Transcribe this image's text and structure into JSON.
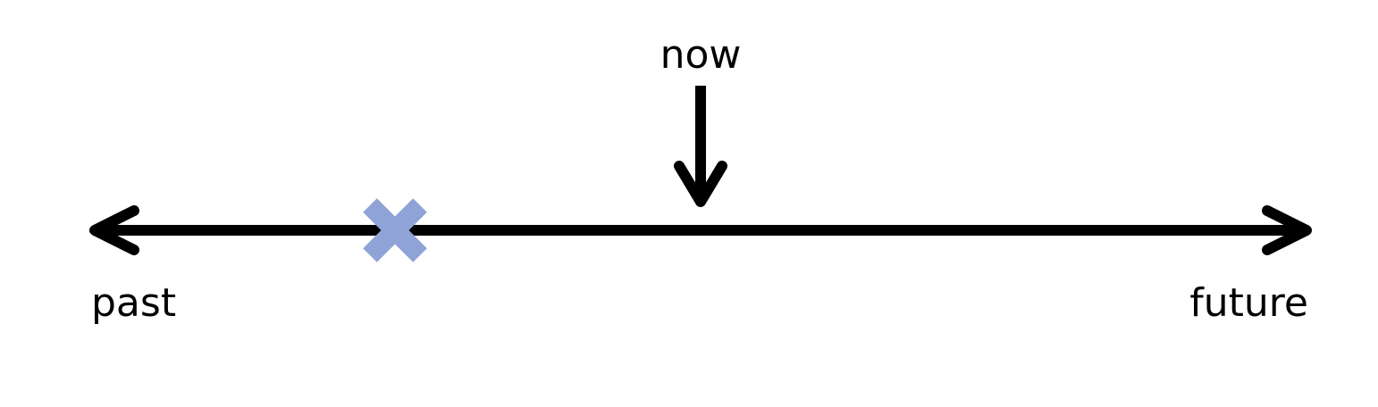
{
  "labels": {
    "now": "now",
    "past": "past",
    "future": "future"
  },
  "colors": {
    "line": "#000000",
    "marker": "#8FA3D6"
  },
  "icons": {
    "marker": "x-marker-icon",
    "now_pointer": "down-arrow-icon"
  }
}
